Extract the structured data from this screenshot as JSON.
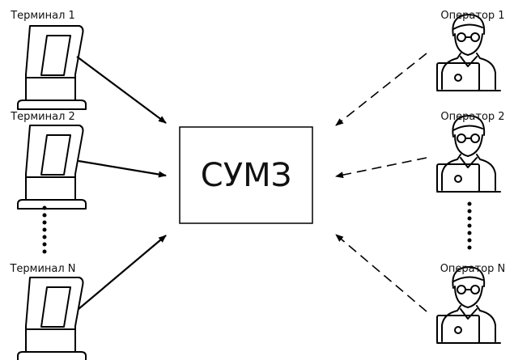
{
  "center": {
    "label": "СУМЗ"
  },
  "terminals": [
    {
      "label": "Терминал 1"
    },
    {
      "label": "Терминал 2"
    },
    {
      "label": "Терминал N"
    }
  ],
  "operators": [
    {
      "label": "Оператор 1"
    },
    {
      "label": "Оператор 2"
    },
    {
      "label": "Оператор N"
    }
  ]
}
